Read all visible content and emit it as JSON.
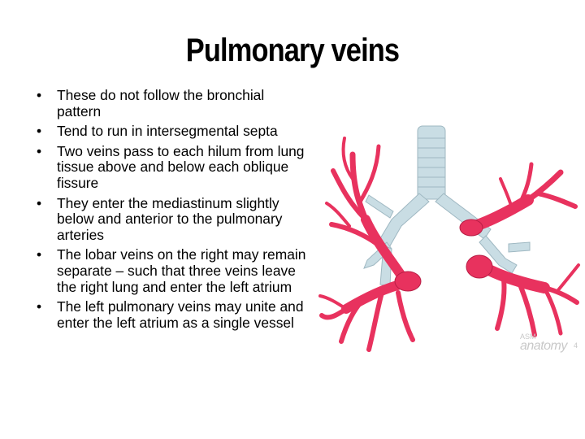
{
  "slide": {
    "title": "Pulmonary veins",
    "bullets": [
      "These do not follow the bronchial pattern",
      "Tend to run in intersegmental septa",
      "Two veins pass to each hilum from lung tissue above and below each oblique fissure",
      "They enter the mediastinum slightly below and anterior to the pulmonary arteries",
      "The lobar veins on the right may remain separate – such that three veins leave the right lung and enter the left atrium",
      "The left pulmonary veins may unite and enter the left atrium as a single vessel"
    ],
    "bullet_glyph": "•"
  },
  "figure": {
    "icon": "pulmonary-veins-illustration",
    "watermark_small": "ASM",
    "watermark_brand": "anatomy",
    "page_number": "4"
  },
  "colors": {
    "vein": "#e8325e",
    "vein_dark": "#b81e45",
    "trachea": "#c9dde4",
    "trachea_edge": "#9fb8c2",
    "watermark": "#c8c8c8"
  }
}
